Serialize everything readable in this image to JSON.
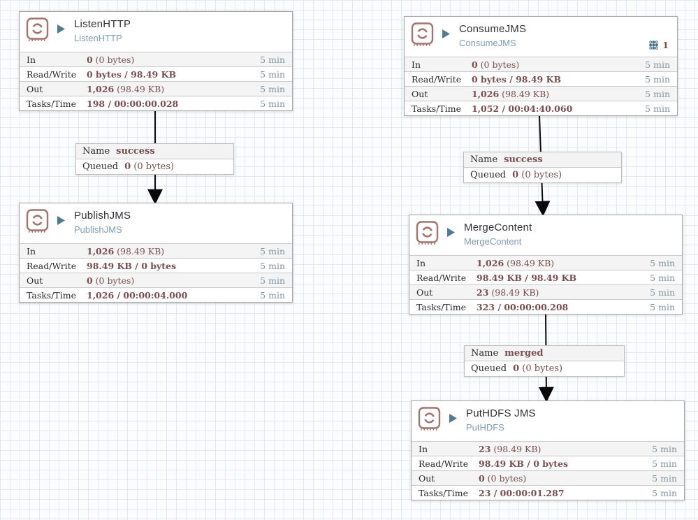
{
  "colors": {
    "value_maroon": "#774f4e",
    "time_blue": "#7e93a3",
    "type_blue": "#7e9cb1",
    "icon_rose": "#a5736d",
    "run_blue": "#527a90",
    "arrow": "#0a0a0a"
  },
  "processors": [
    {
      "name": "ListenHTTP",
      "type": "ListenHTTP",
      "rows": [
        {
          "label": "In",
          "value_bold": "0",
          "value_rest": " (0 bytes)",
          "time": "5 min"
        },
        {
          "label": "Read/Write",
          "value_bold": "0 bytes / 98.49 KB",
          "value_rest": "",
          "time": "5 min"
        },
        {
          "label": "Out",
          "value_bold": "1,026",
          "value_rest": " (98.49 KB)",
          "time": "5 min"
        },
        {
          "label": "Tasks/Time",
          "value_bold": "198 / 00:00:00.028",
          "value_rest": "",
          "time": "5 min"
        }
      ]
    },
    {
      "name": "ConsumeJMS",
      "type": "ConsumeJMS",
      "threads": "1",
      "rows": [
        {
          "label": "In",
          "value_bold": "0",
          "value_rest": " (0 bytes)",
          "time": "5 min"
        },
        {
          "label": "Read/Write",
          "value_bold": "0 bytes / 98.49 KB",
          "value_rest": "",
          "time": "5 min"
        },
        {
          "label": "Out",
          "value_bold": "1,026",
          "value_rest": " (98.49 KB)",
          "time": "5 min"
        },
        {
          "label": "Tasks/Time",
          "value_bold": "1,052 / 00:04:40.060",
          "value_rest": "",
          "time": "5 min"
        }
      ]
    },
    {
      "name": "PublishJMS",
      "type": "PublishJMS",
      "rows": [
        {
          "label": "In",
          "value_bold": "1,026",
          "value_rest": " (98.49 KB)",
          "time": "5 min"
        },
        {
          "label": "Read/Write",
          "value_bold": "98.49 KB / 0 bytes",
          "value_rest": "",
          "time": "5 min"
        },
        {
          "label": "Out",
          "value_bold": "0",
          "value_rest": " (0 bytes)",
          "time": "5 min"
        },
        {
          "label": "Tasks/Time",
          "value_bold": "1,026 / 00:00:04.000",
          "value_rest": "",
          "time": "5 min"
        }
      ]
    },
    {
      "name": "MergeContent",
      "type": "MergeContent",
      "rows": [
        {
          "label": "In",
          "value_bold": "1,026",
          "value_rest": " (98.49 KB)",
          "time": "5 min"
        },
        {
          "label": "Read/Write",
          "value_bold": "98.49 KB / 98.49 KB",
          "value_rest": "",
          "time": "5 min"
        },
        {
          "label": "Out",
          "value_bold": "23",
          "value_rest": " (98.49 KB)",
          "time": "5 min"
        },
        {
          "label": "Tasks/Time",
          "value_bold": "323 / 00:00:00.208",
          "value_rest": "",
          "time": "5 min"
        }
      ]
    },
    {
      "name": "PutHDFS JMS",
      "type": "PutHDFS",
      "rows": [
        {
          "label": "In",
          "value_bold": "23",
          "value_rest": " (98.49 KB)",
          "time": "5 min"
        },
        {
          "label": "Read/Write",
          "value_bold": "98.49 KB / 0 bytes",
          "value_rest": "",
          "time": "5 min"
        },
        {
          "label": "Out",
          "value_bold": "0",
          "value_rest": " (0 bytes)",
          "time": "5 min"
        },
        {
          "label": "Tasks/Time",
          "value_bold": "23 / 00:00:01.287",
          "value_rest": "",
          "time": "5 min"
        }
      ]
    }
  ],
  "connections": [
    {
      "name_label": "Name",
      "name_value": "success",
      "queued_label": "Queued",
      "queued_bold": "0",
      "queued_rest": " (0 bytes)"
    },
    {
      "name_label": "Name",
      "name_value": "success",
      "queued_label": "Queued",
      "queued_bold": "0",
      "queued_rest": " (0 bytes)"
    },
    {
      "name_label": "Name",
      "name_value": "merged",
      "queued_label": "Queued",
      "queued_bold": "0",
      "queued_rest": " (0 bytes)"
    }
  ]
}
